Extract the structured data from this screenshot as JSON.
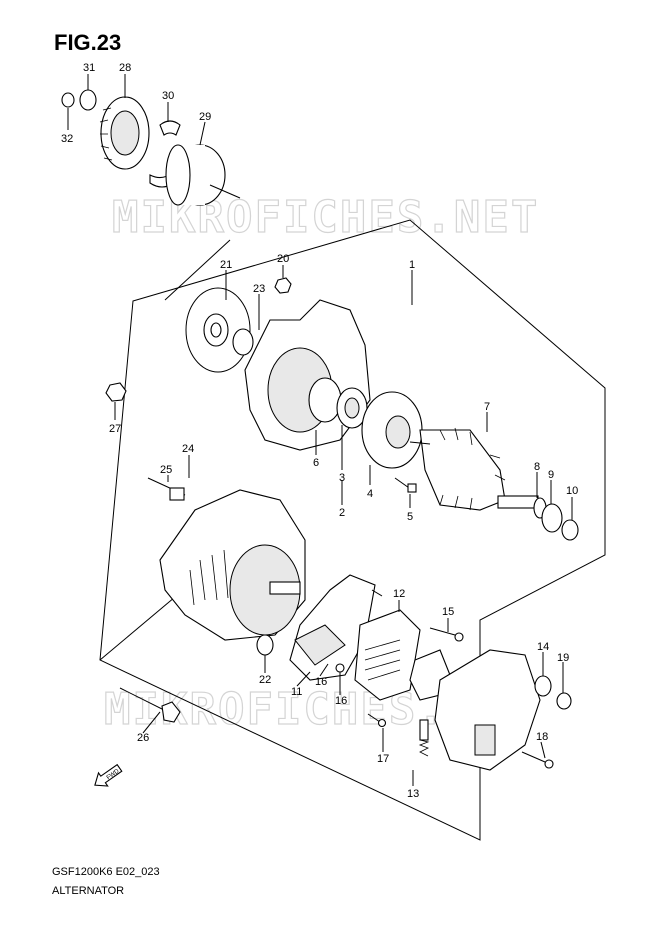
{
  "figure": {
    "title": "FIG.23",
    "model_code": "GSF1200K6 E02_023",
    "caption": "ALTERNATOR",
    "watermark": "MIKROFICHES.NET",
    "fwd_label": "FWD"
  },
  "callouts": {
    "c1": "1",
    "c2": "2",
    "c3": "3",
    "c4": "4",
    "c5": "5",
    "c6": "6",
    "c7": "7",
    "c8": "8",
    "c9": "9",
    "c10": "10",
    "c11": "11",
    "c12": "12",
    "c13": "13",
    "c14": "14",
    "c15": "15",
    "c16a": "16",
    "c16b": "16",
    "c17": "17",
    "c18": "18",
    "c19": "19",
    "c20": "20",
    "c21": "21",
    "c22": "22",
    "c23": "23",
    "c24": "24",
    "c25": "25",
    "c26": "26",
    "c27": "27",
    "c28": "28",
    "c29": "29",
    "c30": "30",
    "c31": "31",
    "c32": "32"
  }
}
